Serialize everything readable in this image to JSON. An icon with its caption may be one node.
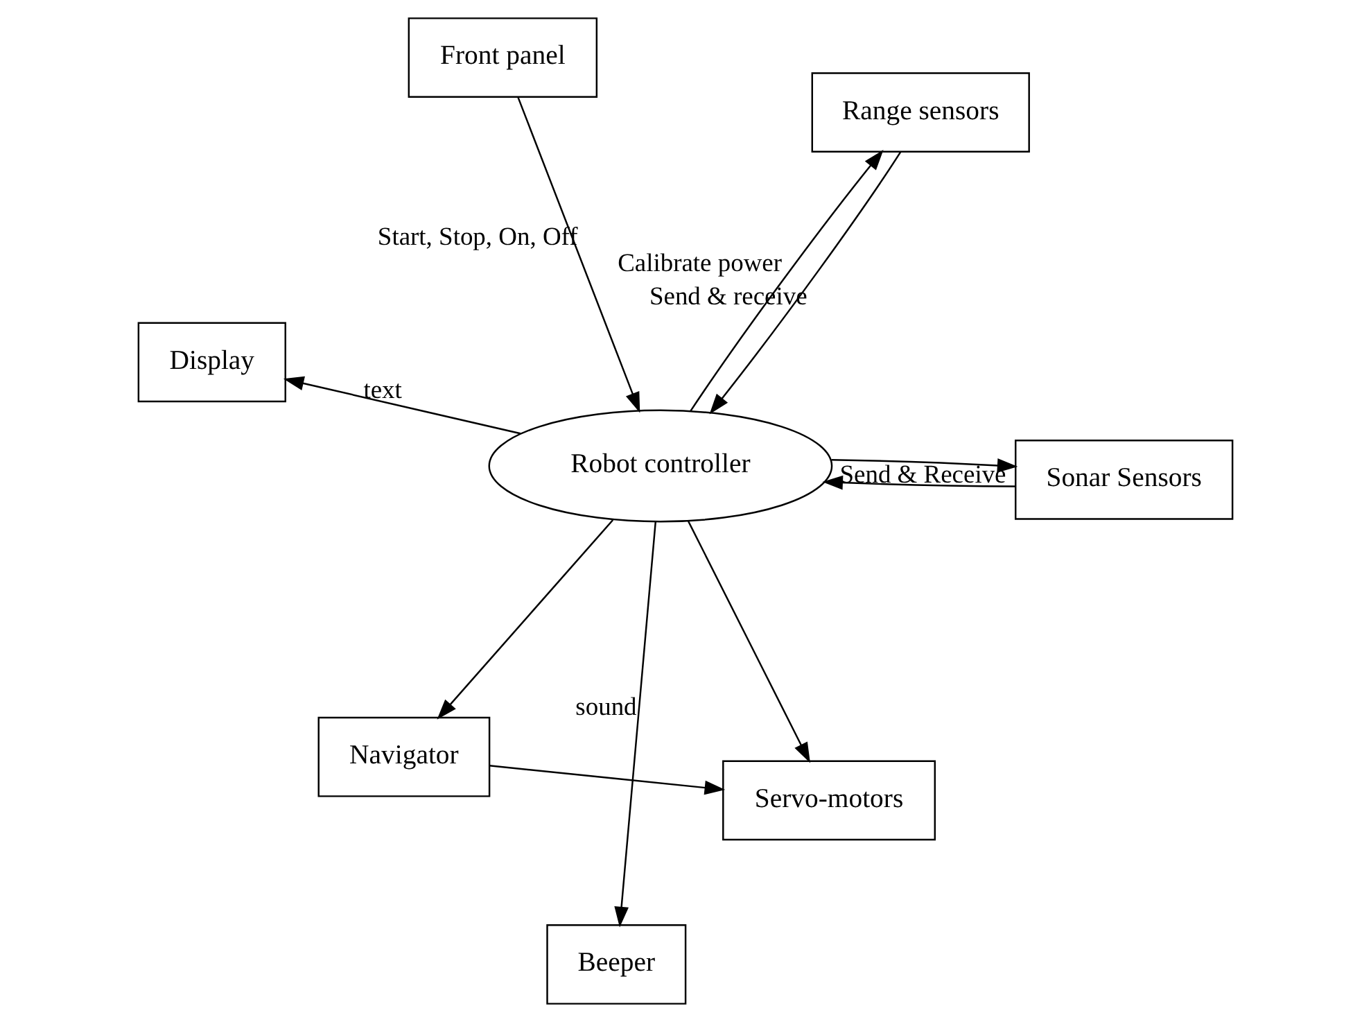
{
  "diagram": {
    "nodes": [
      {
        "text": [
          "Display"
        ]
      },
      {
        "text": [
          "Range sensors"
        ]
      },
      {
        "text": [
          "Beeper"
        ]
      },
      {
        "text": [
          "Robot controller"
        ]
      },
      {
        "text": [
          "Servo-motors"
        ]
      },
      {
        "text": [
          "Front panel"
        ]
      },
      {
        "text": [
          "Navigator"
        ]
      },
      {
        "text": [
          "Sonar Sensors"
        ]
      }
    ],
    "edges": [
      {
        "from": 3,
        "to": 0,
        "arrow": "to",
        "label": "text"
      },
      {
        "from": 1,
        "to": 3,
        "arrow": "to",
        "label": "Send & receive"
      },
      {
        "from": 3,
        "to": 1,
        "arrow": "to",
        "label": "Calibrate power"
      },
      {
        "from": 3,
        "to": 2,
        "arrow": "to",
        "label": "sound"
      },
      {
        "from": 3,
        "to": 4,
        "arrow": "to"
      },
      {
        "from": 3,
        "to": 6,
        "arrow": "to"
      },
      {
        "from": 6,
        "to": 4,
        "arrow": "to"
      },
      {
        "from": 5,
        "to": 3,
        "arrow": "to",
        "label": "Start, Stop, On, Off"
      },
      {
        "from": 3,
        "to": 7,
        "arrow": "to",
        "label": "Send & Receive"
      },
      {
        "from": 7,
        "to": 3,
        "arrow": "to"
      }
    ]
  }
}
